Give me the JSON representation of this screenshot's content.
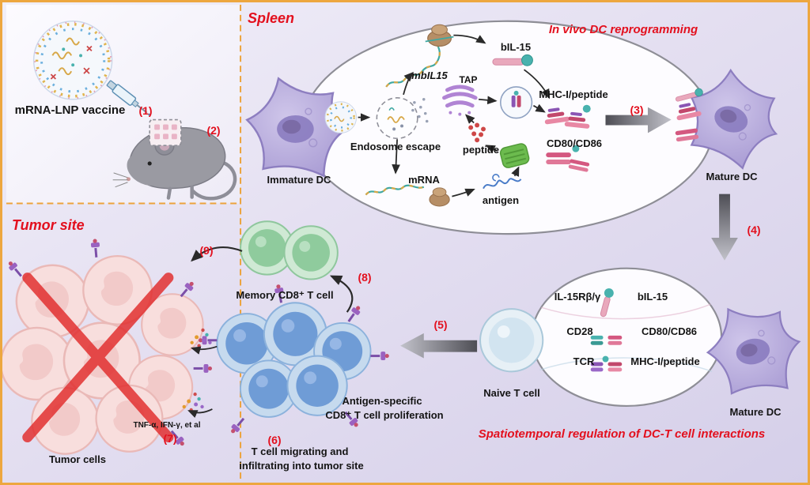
{
  "colors": {
    "accent_red": "#e3101e",
    "border_orange": "#eda73f",
    "background_lavender": "#e4dff1",
    "dc_purple": "#a193cf",
    "t_cell_blue": "#6f9cd6",
    "memory_green": "#8fcb9d",
    "tumor_pink": "#f8dedd",
    "cross_red": "#e22b2b"
  },
  "icons": {
    "lnp": "lipid-nanoparticle",
    "syringe": "syringe",
    "mouse": "mouse",
    "red_cross": "red-x-over-tumor"
  },
  "vaccine_panel": {
    "vaccine_label": "mRNA-LNP vaccine",
    "step1": "(1)",
    "step2": "(2)"
  },
  "spleen_panel": {
    "title": "Spleen",
    "subtitle": "In vivo DC reprogramming",
    "immature_dc": "Immature DC",
    "mbil15": "mbIL15",
    "endosome_escape": "Endosome escape",
    "mrna": "mRNA",
    "tap": "TAP",
    "peptide": "peptide",
    "antigen": "antigen",
    "bil15": "bIL-15",
    "mhc_peptide": "MHC-I/peptide",
    "cd80_cd86": "CD80/CD86",
    "step3": "(3)",
    "mature_dc": "Mature DC"
  },
  "dct_panel": {
    "step4": "(4)",
    "il15r": "IL-15Rβ/γ",
    "bil15": "bIL-15",
    "cd28": "CD28",
    "cd80_cd86": "CD80/CD86",
    "tcr": "TCR",
    "mhc_peptide": "MHC-I/peptide",
    "naive_t": "Naive T cell",
    "mature_dc": "Mature DC",
    "caption": "Spatiotemporal regulation of DC-T cell interactions",
    "step5": "(5)"
  },
  "tumor_panel": {
    "title": "Tumor site",
    "step9": "(9)",
    "memory_t": "Memory CD8⁺ T cell",
    "step8": "(8)",
    "prolif1": "Antigen-specific",
    "prolif2": "CD8⁺ T cell proliferation",
    "step6": "(6)",
    "migrate1": "T cell migrating and",
    "migrate2": "infiltrating into tumor site",
    "cytokines": "TNF-α, IFN-γ, et al",
    "step7": "(7)",
    "tumor_cells": "Tumor cells"
  }
}
